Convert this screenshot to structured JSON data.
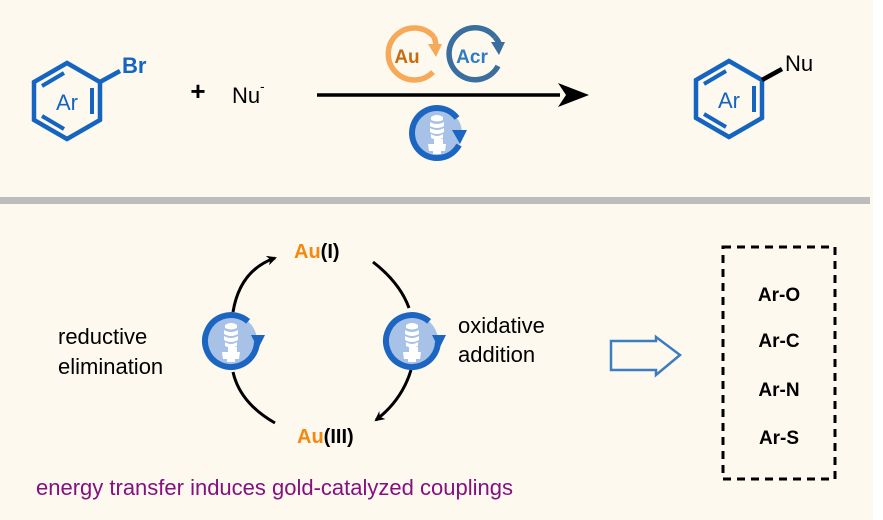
{
  "colors": {
    "background": "#fdf9ef",
    "aryl_blue": "#1565c0",
    "au_orange": "#f7a95a",
    "au_text": "#c86a0e",
    "acr_blue": "#3a6e9e",
    "acr_text": "#2f7cc2",
    "light_blue": "#1c66c2",
    "light_fill": "#a7c2e6",
    "gold_label": "#f5880f",
    "separator": "#bdbdbd",
    "caption_purple": "#85107f",
    "hollow_arrow": "#3d7cc0"
  },
  "reaction": {
    "reactant": {
      "ring_label": "Ar",
      "substituent": "Br"
    },
    "plus": "+",
    "nucleophile": {
      "label": "Nu",
      "charge": "-"
    },
    "catalysts": [
      {
        "name": "gold-catalyst",
        "label": "Au"
      },
      {
        "name": "acridinium-photocatalyst",
        "label": "Acr"
      }
    ],
    "condition_icon": "light-bulb-icon",
    "product": {
      "ring_label": "Ar",
      "substituent": "Nu"
    }
  },
  "cycle": {
    "top_species": {
      "metal": "Au",
      "oxidation": "(I)"
    },
    "bottom_species": {
      "metal": "Au",
      "oxidation": "(III)"
    },
    "left_step": [
      "reductive",
      "elimination"
    ],
    "right_step": [
      "oxidative",
      "addition"
    ]
  },
  "products_box": {
    "items": [
      "Ar-O",
      "Ar-C",
      "Ar-N",
      "Ar-S"
    ]
  },
  "caption": "energy transfer induces gold-catalyzed couplings"
}
